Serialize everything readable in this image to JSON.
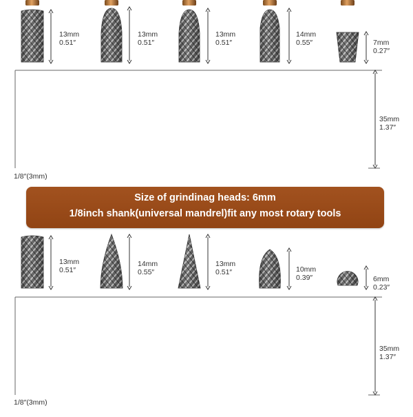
{
  "banner": {
    "line1": "Size of grindinag heads: 6mm",
    "line2": "1/8inch shank(universal mandrel)fit any most rotary tools"
  },
  "colors": {
    "banner": "#9a4a18",
    "copper_band": "#c98a4a",
    "line": "#666666"
  },
  "rows": [
    {
      "shank_label": "1/8″(3mm)",
      "shank_length": {
        "mm": "35mm",
        "in": "1.37″"
      },
      "bits": [
        {
          "shape": "cylinder",
          "head": {
            "mm": "13mm",
            "in": "0.51″"
          }
        },
        {
          "shape": "tree",
          "head": {
            "mm": "13mm",
            "in": "0.51″"
          }
        },
        {
          "shape": "tree",
          "head": {
            "mm": "13mm",
            "in": "0.51″"
          }
        },
        {
          "shape": "tree-long",
          "head": {
            "mm": "14mm",
            "in": "0.55″"
          }
        },
        {
          "shape": "inverted-cone",
          "head": {
            "mm": "7mm",
            "in": "0.27″"
          }
        }
      ]
    },
    {
      "shank_label": "1/8″(3mm)",
      "shank_length": {
        "mm": "35mm",
        "in": "1.37″"
      },
      "bits": [
        {
          "shape": "cylinder",
          "head": {
            "mm": "13mm",
            "in": "0.51″"
          }
        },
        {
          "shape": "flame",
          "head": {
            "mm": "14mm",
            "in": "0.55″"
          }
        },
        {
          "shape": "cone",
          "head": {
            "mm": "13mm",
            "in": "0.51″"
          }
        },
        {
          "shape": "oval",
          "head": {
            "mm": "10mm",
            "in": "0.39″"
          }
        },
        {
          "shape": "ball",
          "head": {
            "mm": "6mm",
            "in": "0.23″"
          }
        }
      ]
    }
  ]
}
